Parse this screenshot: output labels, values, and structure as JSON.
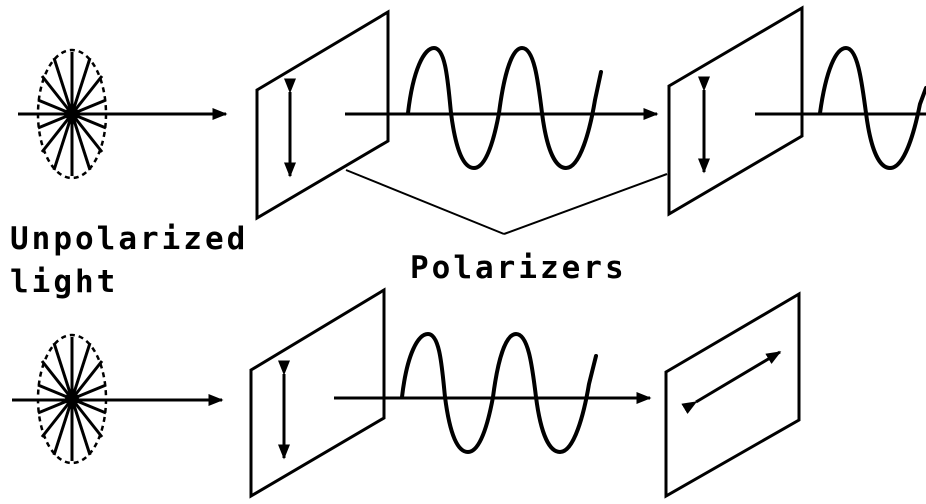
{
  "labels": {
    "unpolarized_line1": "Unpolarized",
    "unpolarized_line2": "light",
    "polarizers": "Polarizers"
  }
}
